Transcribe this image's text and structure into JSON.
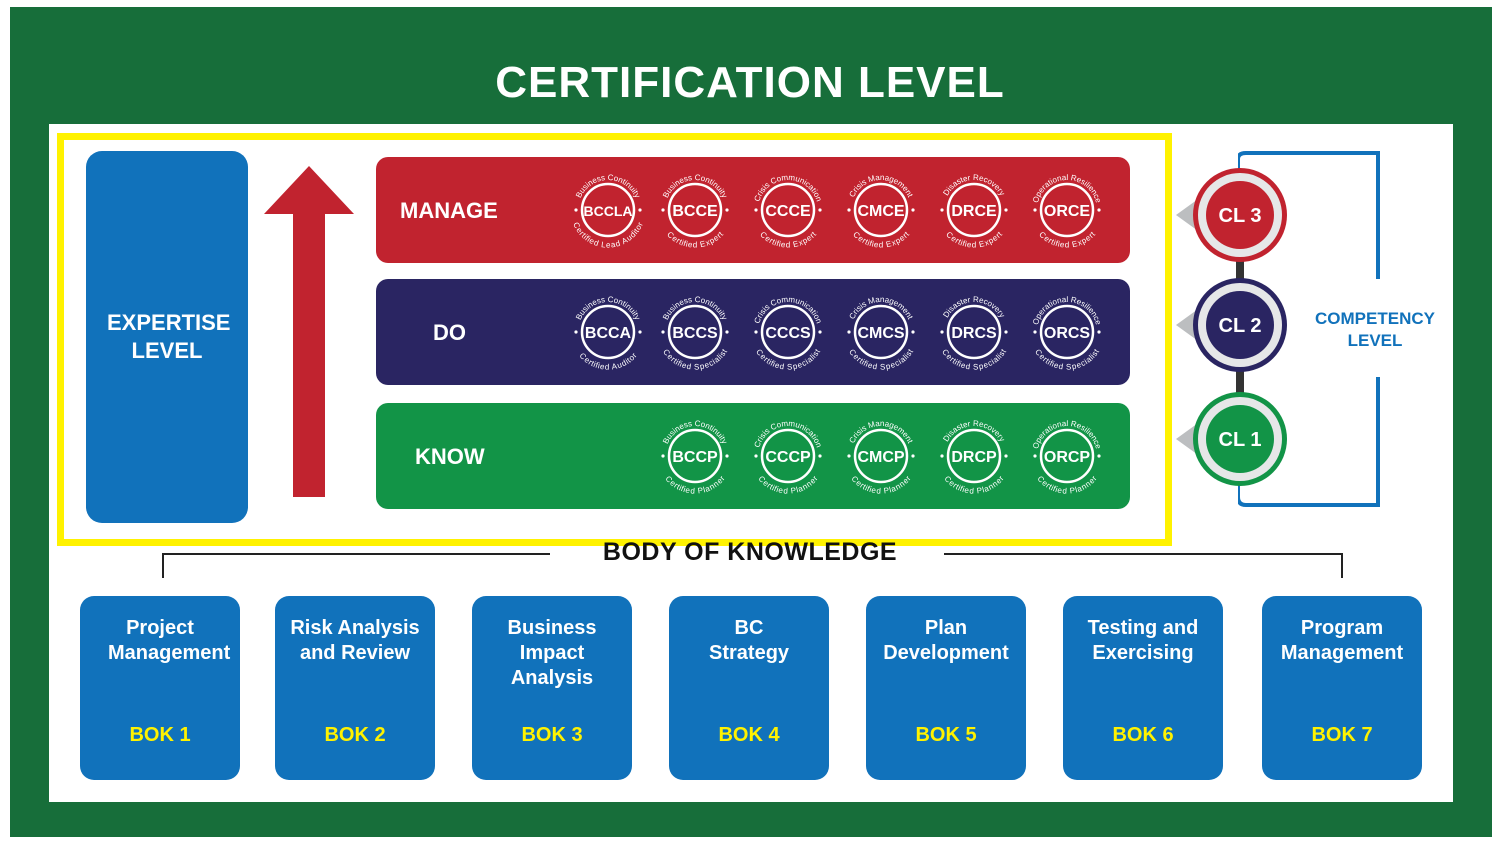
{
  "title": "CERTIFICATION LEVEL",
  "expertise_label": "EXPERTISE LEVEL",
  "competency_label": "COMPETENCY LEVEL",
  "body_of_knowledge": "BODY OF KNOWLEDGE",
  "colors": {
    "frame": "#176e3a",
    "manage": "#c1232f",
    "do": "#2a2562",
    "know": "#129447",
    "blue": "#1172bb",
    "yellow": "#fff200"
  },
  "bands": [
    {
      "label": "MANAGE",
      "badges": [
        {
          "code": "BCCLA",
          "top": "Business Continuity",
          "bottom": "Certified Lead Auditor"
        },
        {
          "code": "BCCE",
          "top": "Business Continuity",
          "bottom": "Certified Expert"
        },
        {
          "code": "CCCE",
          "top": "Crisis Communication",
          "bottom": "Certified Expert"
        },
        {
          "code": "CMCE",
          "top": "Crisis Management",
          "bottom": "Certified Expert"
        },
        {
          "code": "DRCE",
          "top": "Disaster Recovery",
          "bottom": "Certified Expert"
        },
        {
          "code": "ORCE",
          "top": "Operational Resilience",
          "bottom": "Certified Expert"
        }
      ]
    },
    {
      "label": "DO",
      "badges": [
        {
          "code": "BCCA",
          "top": "Business Continuity",
          "bottom": "Certified Auditor"
        },
        {
          "code": "BCCS",
          "top": "Business Continuity",
          "bottom": "Certified Specialist"
        },
        {
          "code": "CCCS",
          "top": "Crisis Communication",
          "bottom": "Certified Specialist"
        },
        {
          "code": "CMCS",
          "top": "Crisis Management",
          "bottom": "Certified Specialist"
        },
        {
          "code": "DRCS",
          "top": "Disaster Recovery",
          "bottom": "Certified Specialist"
        },
        {
          "code": "ORCS",
          "top": "Operational Resilience",
          "bottom": "Certified Specialist"
        }
      ]
    },
    {
      "label": "KNOW",
      "badges": [
        {
          "code": "BCCP",
          "top": "Business Continuity",
          "bottom": "Certified Planner"
        },
        {
          "code": "CCCP",
          "top": "Crisis Communication",
          "bottom": "Certified Planner"
        },
        {
          "code": "CMCP",
          "top": "Crisis Management",
          "bottom": "Certified Planner"
        },
        {
          "code": "DRCP",
          "top": "Disaster Recovery",
          "bottom": "Certified Planner"
        },
        {
          "code": "ORCP",
          "top": "Operational Resilience",
          "bottom": "Certified Planner"
        }
      ]
    }
  ],
  "competency_levels": [
    "CL 3",
    "CL 2",
    "CL 1"
  ],
  "bok": [
    {
      "name": "Project Management",
      "code": "BOK 1"
    },
    {
      "name": "Risk Analysis and Review",
      "code": "BOK 2"
    },
    {
      "name": "Business Impact Analysis",
      "code": "BOK 3"
    },
    {
      "name": "BC Strategy",
      "code": "BOK 4"
    },
    {
      "name": "Plan Development",
      "code": "BOK 5"
    },
    {
      "name": "Testing and Exercising",
      "code": "BOK 6"
    },
    {
      "name": "Program Management",
      "code": "BOK 7"
    }
  ]
}
